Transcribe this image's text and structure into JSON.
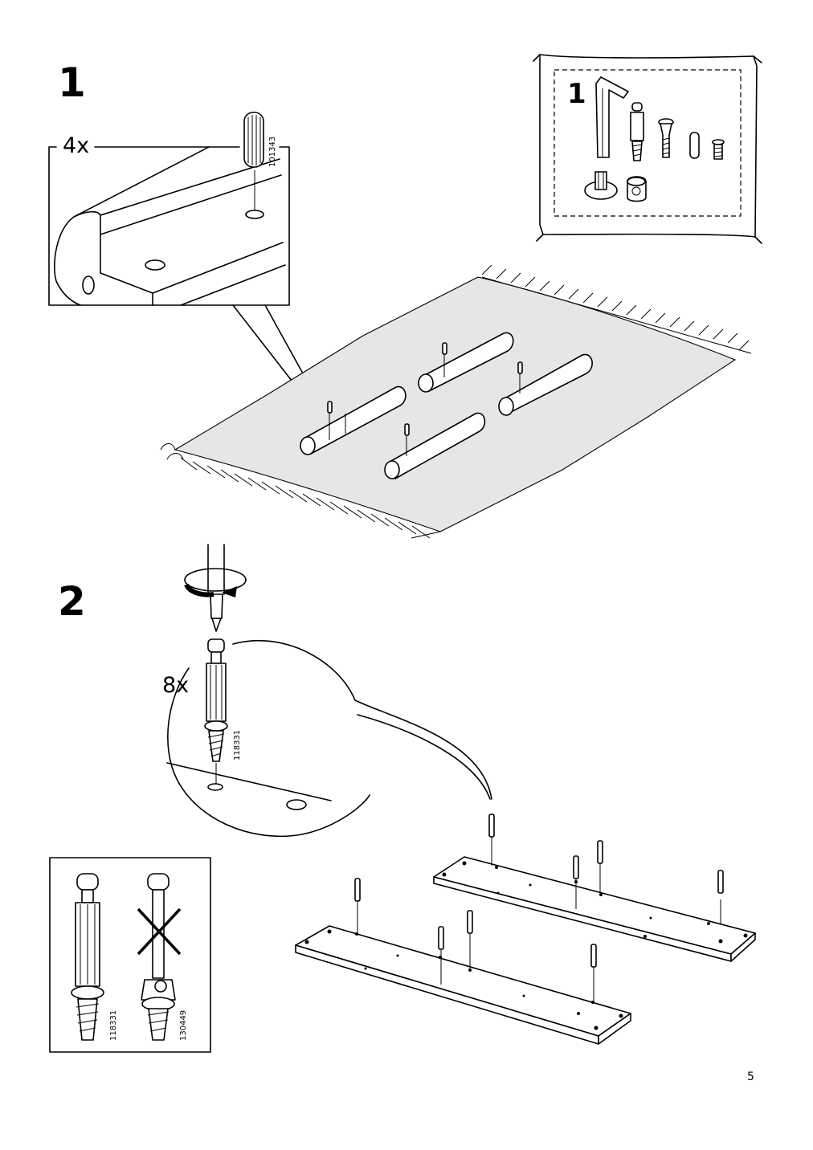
{
  "steps": [
    {
      "number": "1",
      "quantity": "4x",
      "part_number": "101343"
    },
    {
      "number": "2",
      "quantity": "8x",
      "part_number": "118331"
    }
  ],
  "bag_label": "1",
  "comparison": {
    "correct_part": "118331",
    "wrong_part": "130449"
  },
  "page_number": "5",
  "icons": [
    "allen-key-icon",
    "cam-bolt-icon",
    "screw-icon",
    "dowel-icon",
    "cam-lock-icon",
    "screwdriver-icon",
    "rotate-arrow-icon",
    "cross-icon"
  ]
}
